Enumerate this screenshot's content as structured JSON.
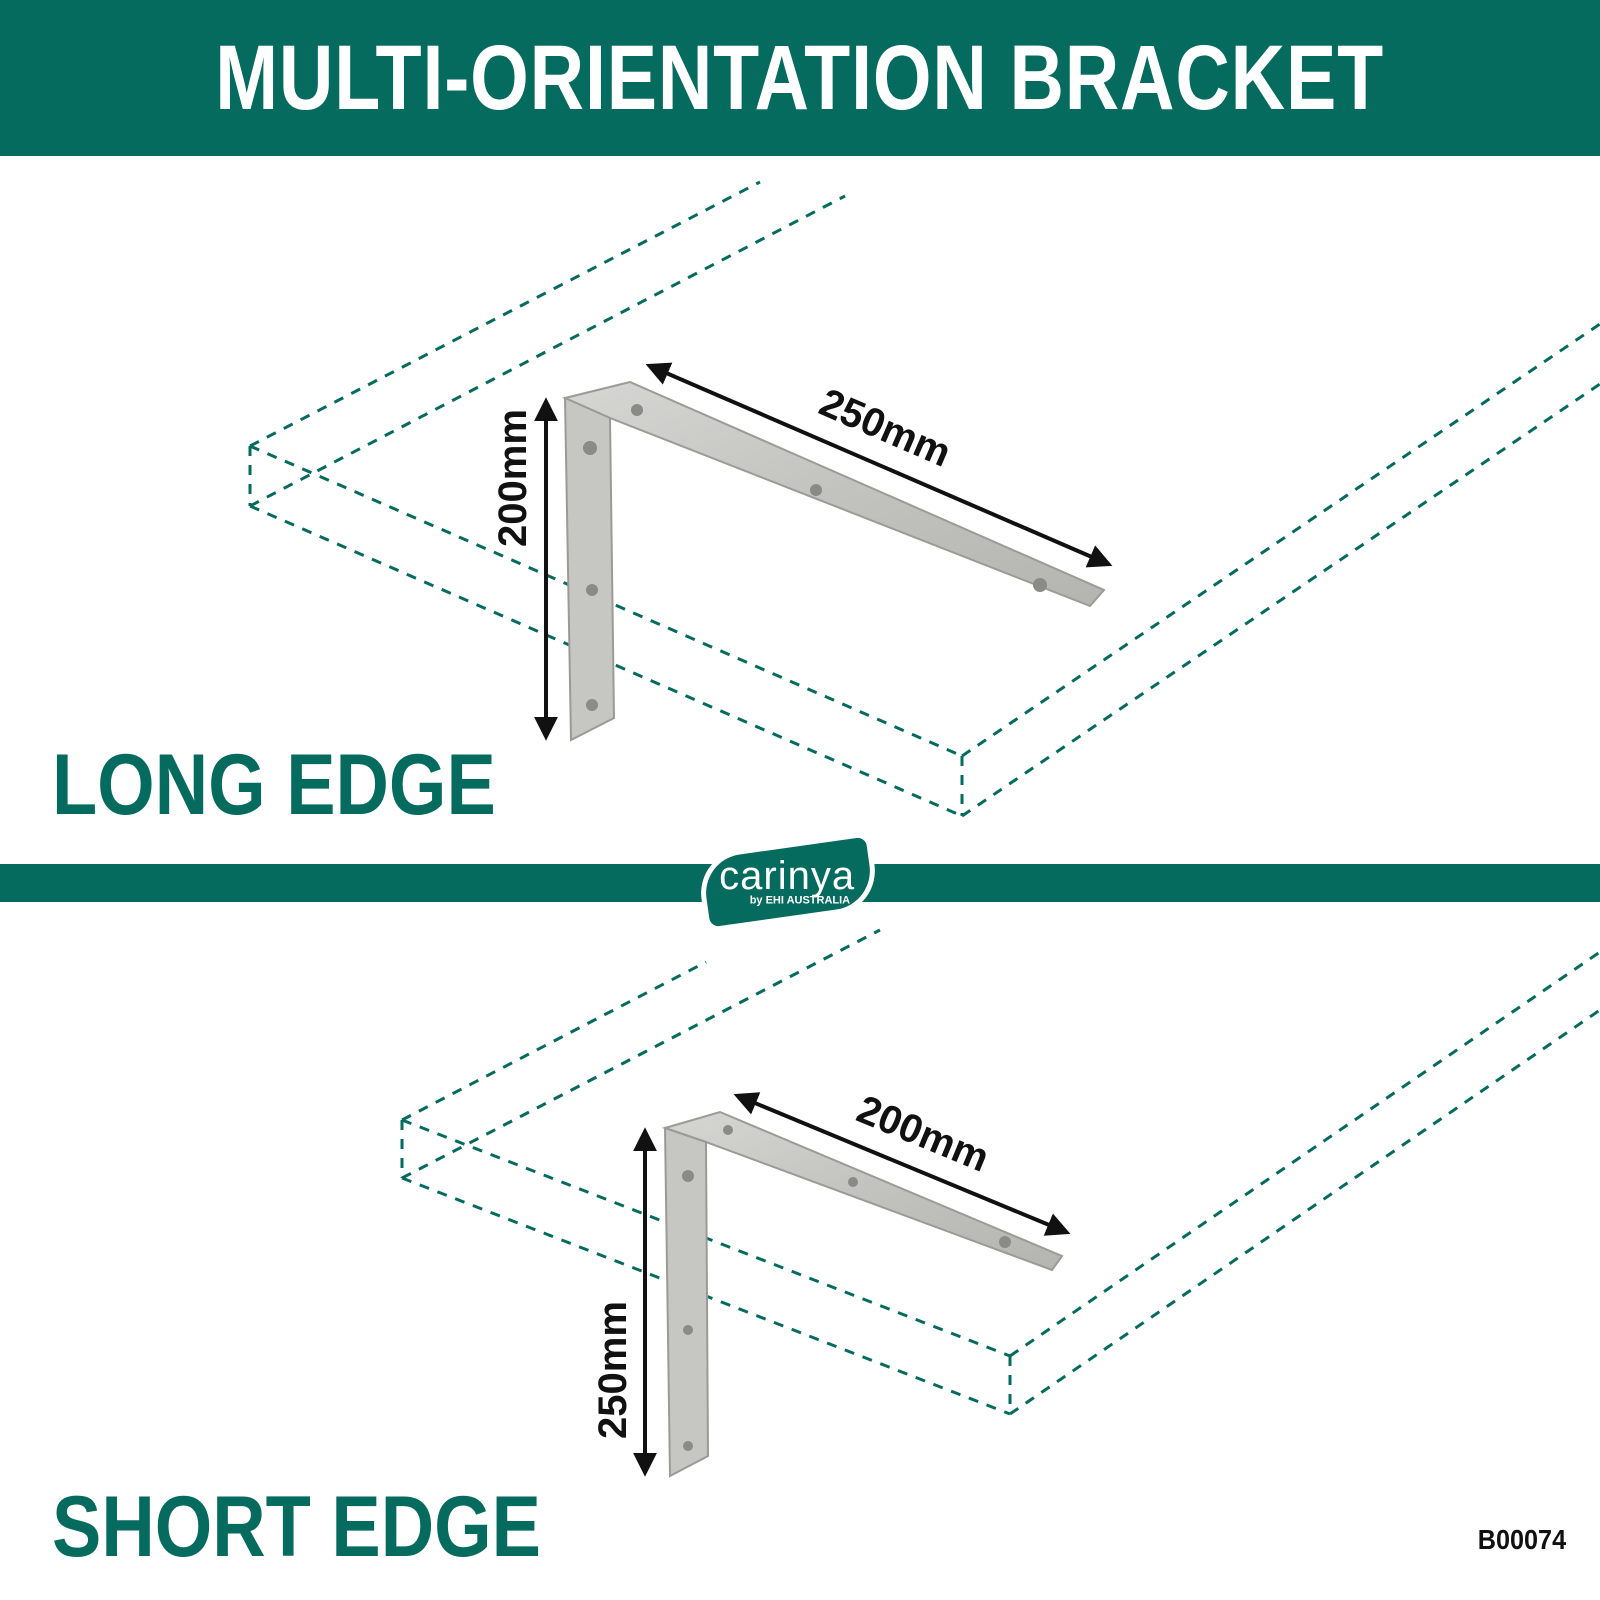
{
  "header": {
    "title": "MULTI-ORIENTATION BRACKET"
  },
  "sections": {
    "long": {
      "label": "LONG EDGE",
      "vertical_dim": "200mm",
      "horizontal_dim": "250mm"
    },
    "short": {
      "label": "SHORT EDGE",
      "vertical_dim": "250mm",
      "horizontal_dim": "200mm"
    }
  },
  "logo": {
    "name": "carinya",
    "sub": "by EHI AUSTRALIA"
  },
  "sku": "B00074",
  "colors": {
    "brand_green": "#056b5e",
    "steel": "#c9c9c6",
    "steel_edge": "#9a9a96",
    "text": "#111111"
  }
}
